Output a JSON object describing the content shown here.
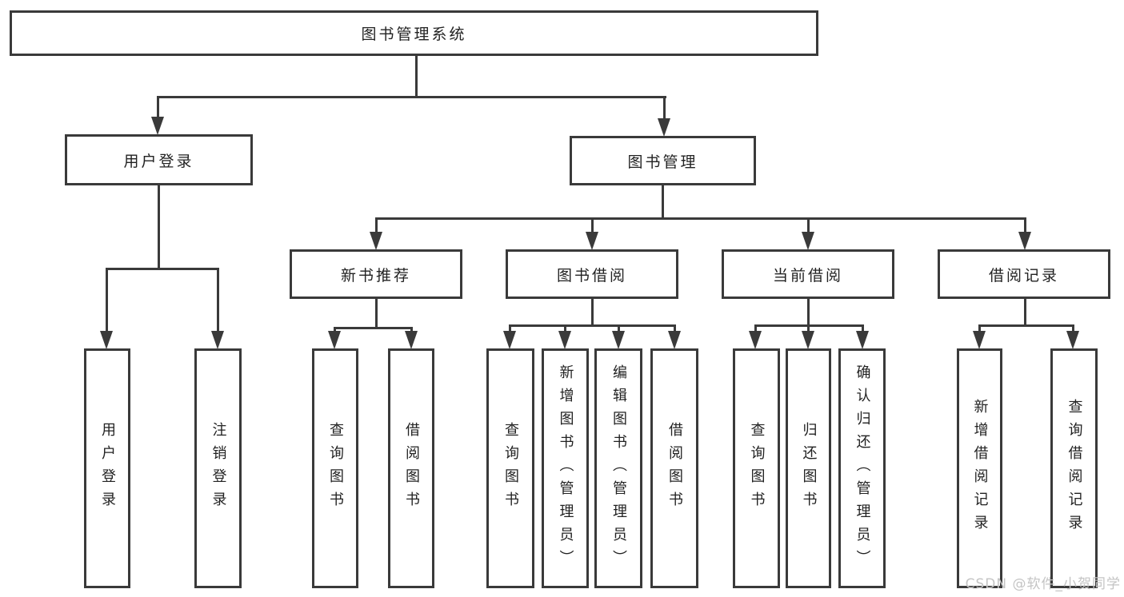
{
  "root": {
    "label": "图书管理系统"
  },
  "level2": {
    "user_login": "用户登录",
    "book_management": "图书管理"
  },
  "level3": {
    "new_book_recommend": "新书推荐",
    "book_borrow": "图书借阅",
    "current_borrow": "当前借阅",
    "borrow_records": "借阅记录"
  },
  "leaves": {
    "user": [
      "用户登录",
      "注销登录"
    ],
    "recommend": [
      "查询图书",
      "借阅图书"
    ],
    "borrow": [
      "查询图书",
      "新增图书（管理员）",
      "编辑图书（管理员）",
      "借阅图书"
    ],
    "current": [
      "查询图书",
      "归还图书",
      "确认归还（管理员）"
    ],
    "records": [
      "新增借阅记录",
      "查询借阅记录"
    ]
  },
  "watermark": {
    "text": "CSDN @软件_小贺同学"
  },
  "colors": {
    "line": "#3a3a3a",
    "text": "#222222",
    "watermark": "#c4c4c4",
    "background": "#ffffff"
  }
}
